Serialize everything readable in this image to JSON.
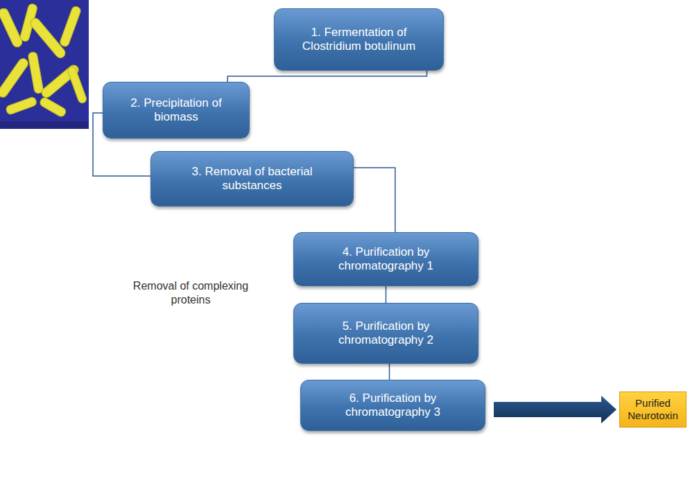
{
  "diagram": {
    "nodes": [
      {
        "text": [
          "1. Fermentation of Clostridium botulinum"
        ]
      },
      {
        "text": [
          "2. Precipitation of biomass"
        ]
      },
      {
        "text": [
          "3. Removal of bacterial substances"
        ]
      },
      {
        "text": [
          "4. Purification by chromatography 1"
        ]
      },
      {
        "text": [
          "5. Purification by chromatography 2"
        ]
      },
      {
        "text": [
          "6. Purification by chromatography 3"
        ]
      },
      {
        "text": [
          "Purified Neurotoxin"
        ]
      }
    ],
    "edges": [
      {
        "from": 0,
        "to": 1,
        "arrow": "none"
      },
      {
        "from": 1,
        "to": 2,
        "arrow": "none"
      },
      {
        "from": 2,
        "to": 3,
        "arrow": "none"
      },
      {
        "from": 3,
        "to": 4,
        "arrow": "none"
      },
      {
        "from": 4,
        "to": 5,
        "arrow": "none"
      },
      {
        "from": 5,
        "to": 6,
        "arrow": "to"
      }
    ],
    "labels": [
      "Removal of complexing proteins"
    ]
  }
}
